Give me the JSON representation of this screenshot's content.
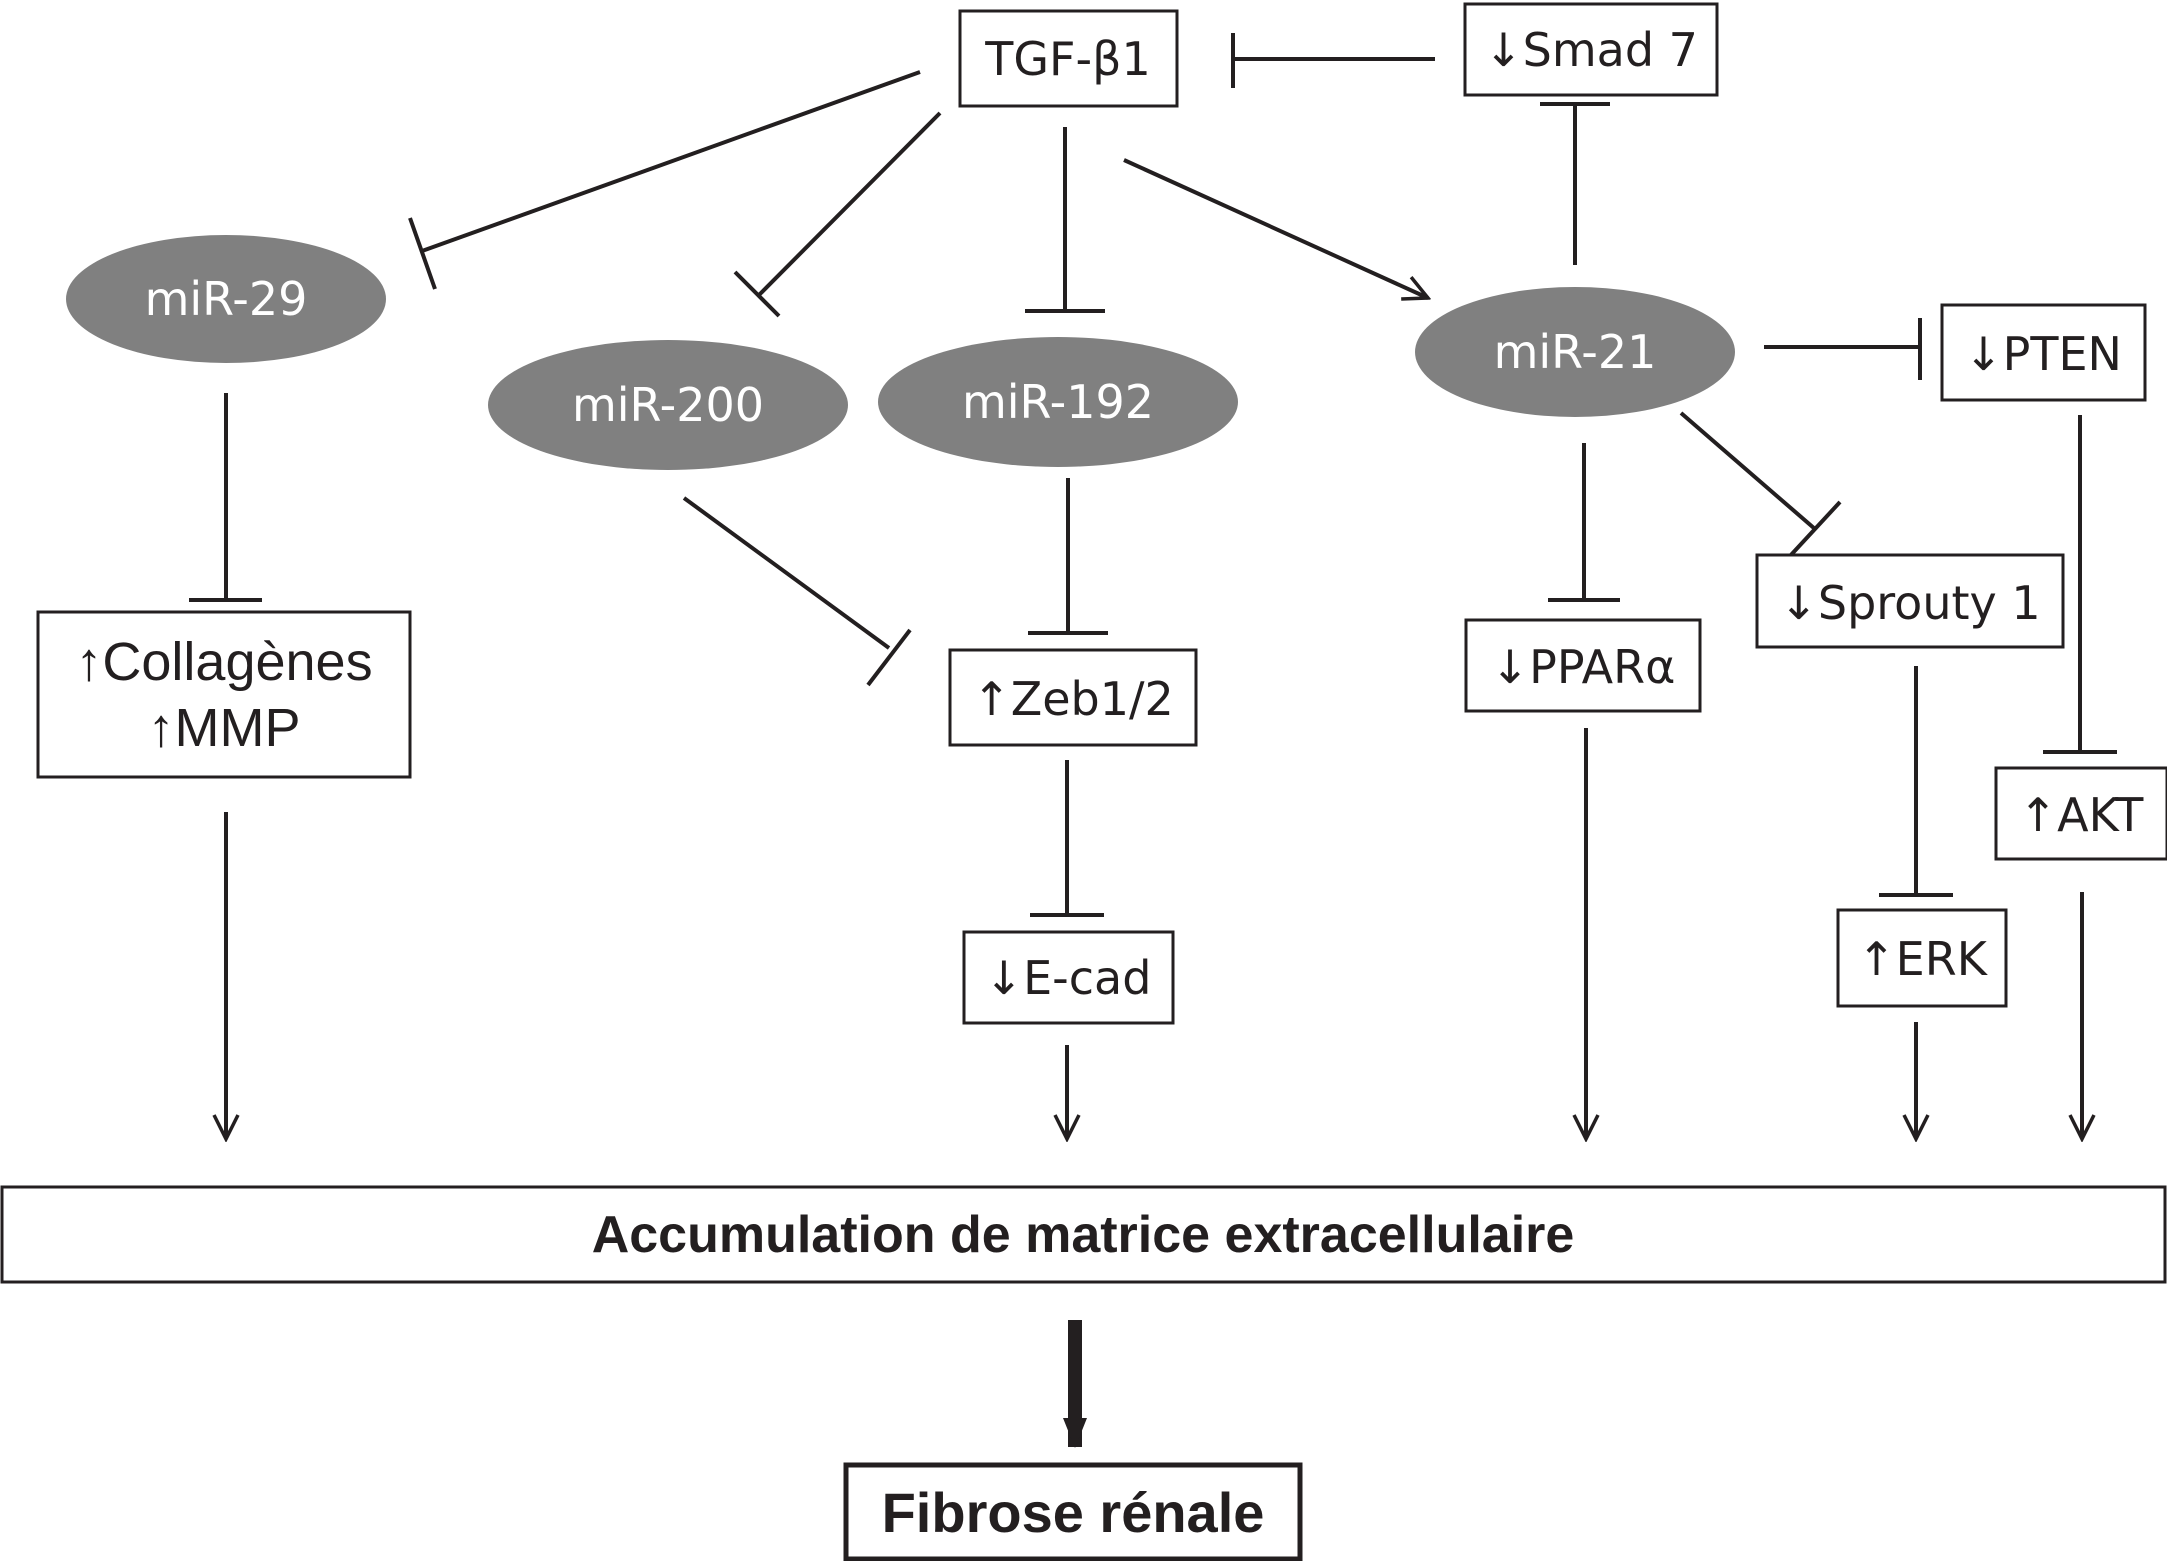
{
  "nodes": {
    "tgf": "TGF-β1",
    "smad7": "↓Smad 7",
    "mir29": "miR-29",
    "mir200": "miR-200",
    "mir192": "miR-192",
    "mir21": "miR-21",
    "pten": "↓PTEN",
    "collagenes": "↑Collagènes",
    "mmp": "↑MMP",
    "zeb": "↑Zeb1/2",
    "ppara": "↓PPARα",
    "sprouty": "↓Sprouty 1",
    "akt": "↑AKT",
    "ecad": "↓E-cad",
    "erk": "↑ERK",
    "accumulation": "Accumulation de matrice extracellulaire",
    "fibrose": "Fibrose rénale"
  },
  "colors": {
    "ink": "#231f20",
    "ellipse_fill": "#808080",
    "ellipse_text": "#ffffff"
  }
}
